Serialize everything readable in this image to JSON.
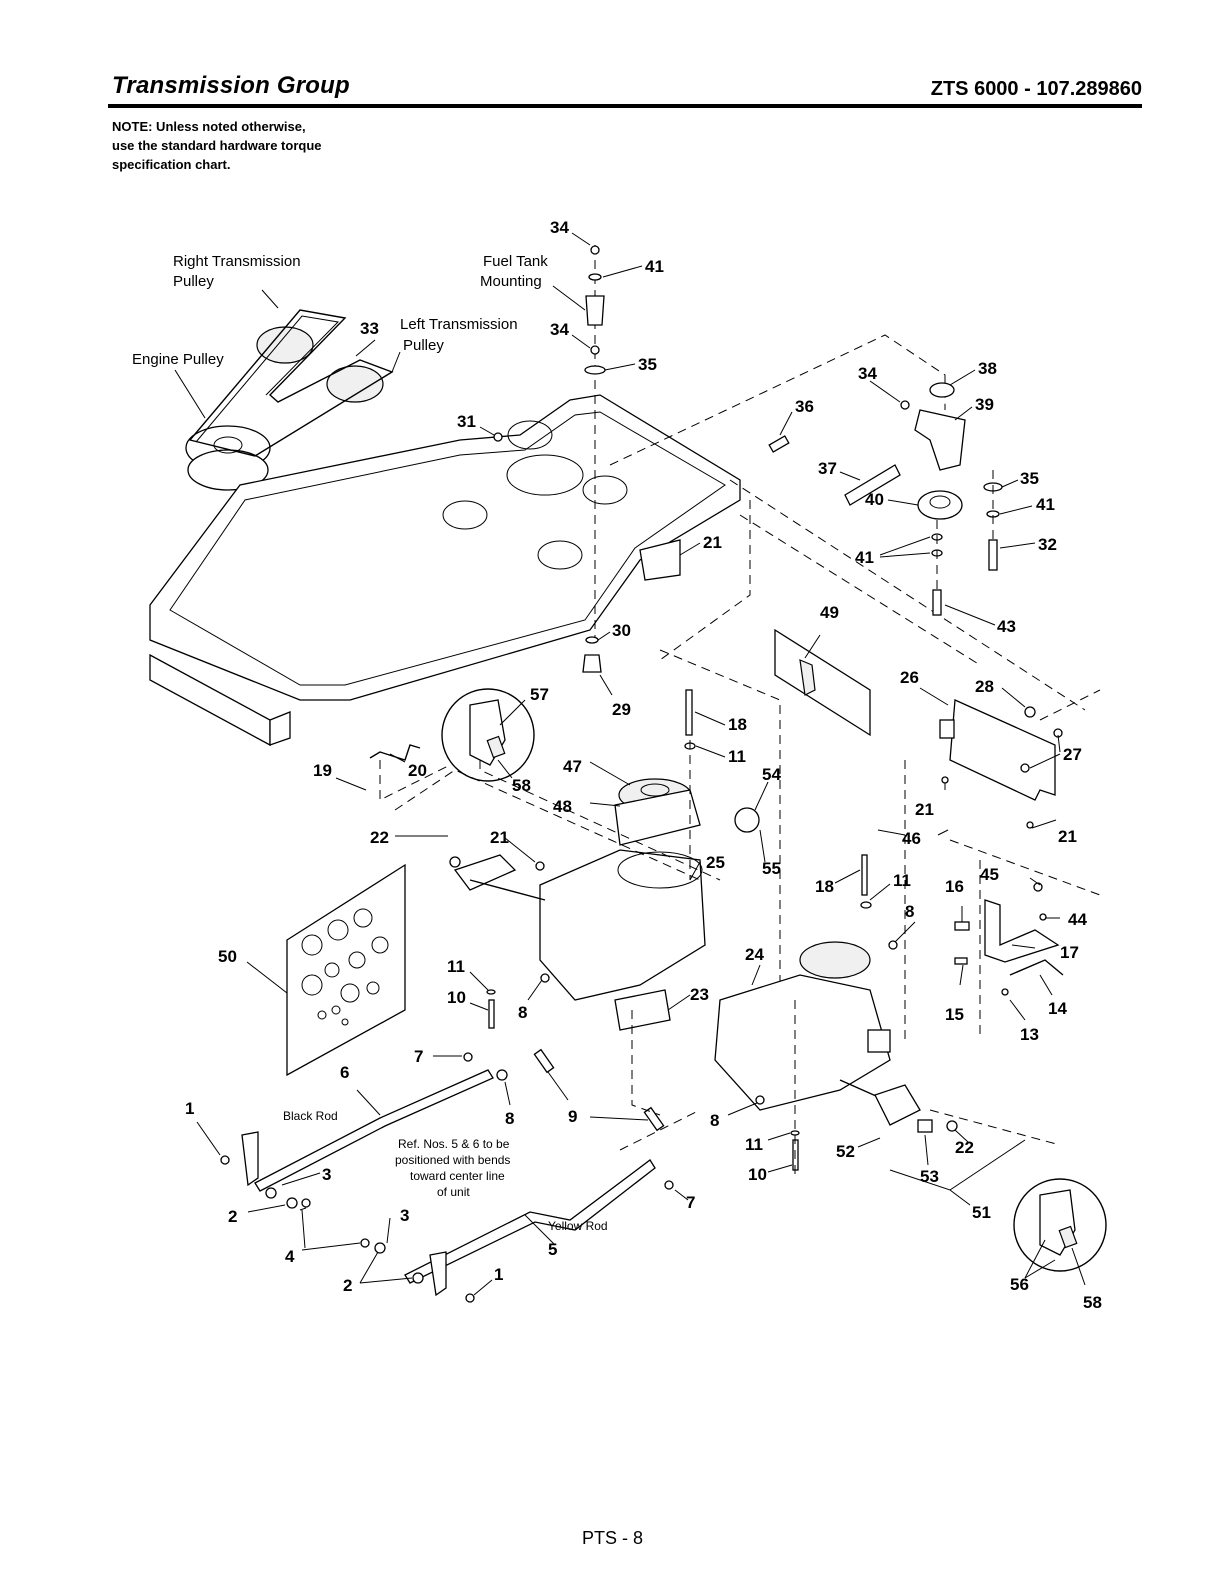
{
  "header": {
    "title": "Transmission Group",
    "model": "ZTS 6000 - 107.289860"
  },
  "note": {
    "line1": "NOTE: Unless noted otherwise,",
    "line2": "use the standard hardware torque",
    "line3": "specification chart."
  },
  "labels": {
    "right_pulley_1": "Right Transmission",
    "right_pulley_2": "Pulley",
    "left_pulley_1": "Left Transmission",
    "left_pulley_2": "Pulley",
    "engine_pulley": "Engine Pulley",
    "fuel_tank_1": "Fuel Tank",
    "fuel_tank_2": "Mounting",
    "black_rod": "Black Rod",
    "yellow_rod": "Yellow Rod",
    "ref_note_1": "Ref. Nos. 5 & 6 to be",
    "ref_note_2": "positioned with bends",
    "ref_note_3": "toward center line",
    "ref_note_4": "of unit"
  },
  "callouts": [
    "34",
    "41",
    "33",
    "34",
    "35",
    "38",
    "39",
    "36",
    "34",
    "37",
    "35",
    "41",
    "40",
    "41",
    "32",
    "31",
    "21",
    "43",
    "49",
    "30",
    "26",
    "28",
    "29",
    "57",
    "27",
    "18",
    "11",
    "47",
    "19",
    "20",
    "58",
    "54",
    "21",
    "22",
    "21",
    "48",
    "46",
    "21",
    "25",
    "55",
    "18",
    "11",
    "45",
    "16",
    "8",
    "44",
    "17",
    "24",
    "50",
    "11",
    "10",
    "8",
    "23",
    "15",
    "14",
    "13",
    "7",
    "6",
    "8",
    "1",
    "9",
    "8",
    "11",
    "52",
    "22",
    "53",
    "3",
    "10",
    "7",
    "51",
    "2",
    "3",
    "4",
    "5",
    "2",
    "1",
    "56",
    "58"
  ],
  "footer": "PTS - 8"
}
